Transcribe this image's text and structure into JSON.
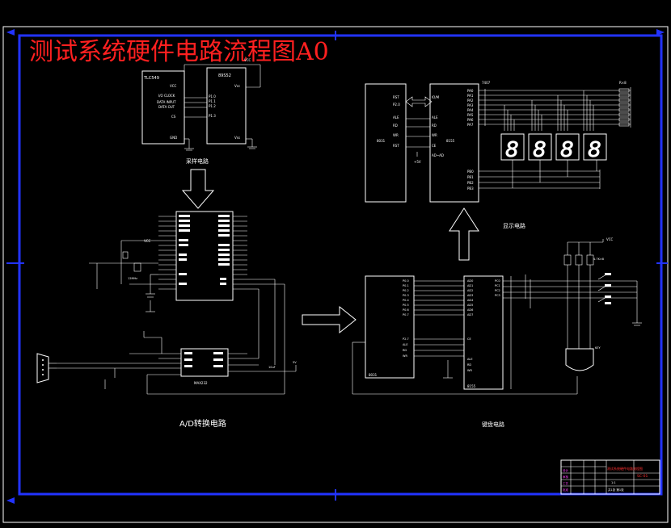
{
  "title": "测试系统硬件电路流程图A0",
  "sections": {
    "sampling": "采样电路",
    "ad_convert": "A/D转换电路",
    "display": "显示电路",
    "keyboard": "键盘电路"
  },
  "chips": {
    "tlc": "TLC549",
    "mcu_a": "89S52",
    "mcu_display": "8155",
    "mcu_key": "8155",
    "display_left": "8031",
    "max": "MAX232",
    "key_cpu": "8031",
    "ls": "7407",
    "res": "R×8"
  },
  "pins": {
    "tlc": [
      "VCC",
      "I/O CLOCK",
      "DATA INPUT",
      "DATA OUT",
      "CS",
      "GND"
    ],
    "mcu_a": [
      "Vcc",
      "P1.0",
      "P1.1",
      "P1.2",
      "P1.3",
      "Vss"
    ],
    "disp_left": [
      "RST",
      "P2.0",
      "ALE",
      "RD",
      "WR",
      "RST"
    ],
    "disp_mid": [
      "IO/M",
      "ALE",
      "RD",
      "WR",
      "CE",
      "AD~AD"
    ],
    "disp_right": [
      "PA0",
      "PA1",
      "PA2",
      "PA3",
      "PA4",
      "PA5",
      "PA6",
      "PA7"
    ],
    "disp_bot": [
      "PB0",
      "PB1",
      "PB2",
      "PB3"
    ],
    "key_left": [
      "P0.0",
      "P0.1",
      "P0.2",
      "P0.3",
      "P0.4",
      "P0.5",
      "P0.6",
      "P0.7"
    ],
    "key_mid": [
      "AD0",
      "AD1",
      "AD2",
      "AD3",
      "AD4",
      "AD5",
      "AD6",
      "AD7"
    ],
    "key_ctrl": [
      "P2.7",
      "ALE",
      "RD",
      "WR"
    ],
    "key_ctrl_r": [
      "CE",
      "ALE",
      "RD",
      "WR"
    ],
    "key_right": [
      "PC0",
      "PC1",
      "PC2",
      "PC3"
    ]
  },
  "labels": {
    "vcc": "VCC",
    "gnd": "GND",
    "v5": "+5V",
    "xtal": "12MHz",
    "res_net": "4.7K×8",
    "key_name": "KEY",
    "cap": "10uF",
    "plus5": "5V"
  },
  "digits": [
    "8",
    "8",
    "8",
    "8"
  ],
  "title_block": {
    "project": "测试系统硬件电路流程图",
    "drawing_no": "SC-01",
    "scale": "1:1",
    "sheet": "共1张 第1张",
    "row1": "设计",
    "row2": "审核",
    "row3": "工艺",
    "row4": "批准"
  }
}
